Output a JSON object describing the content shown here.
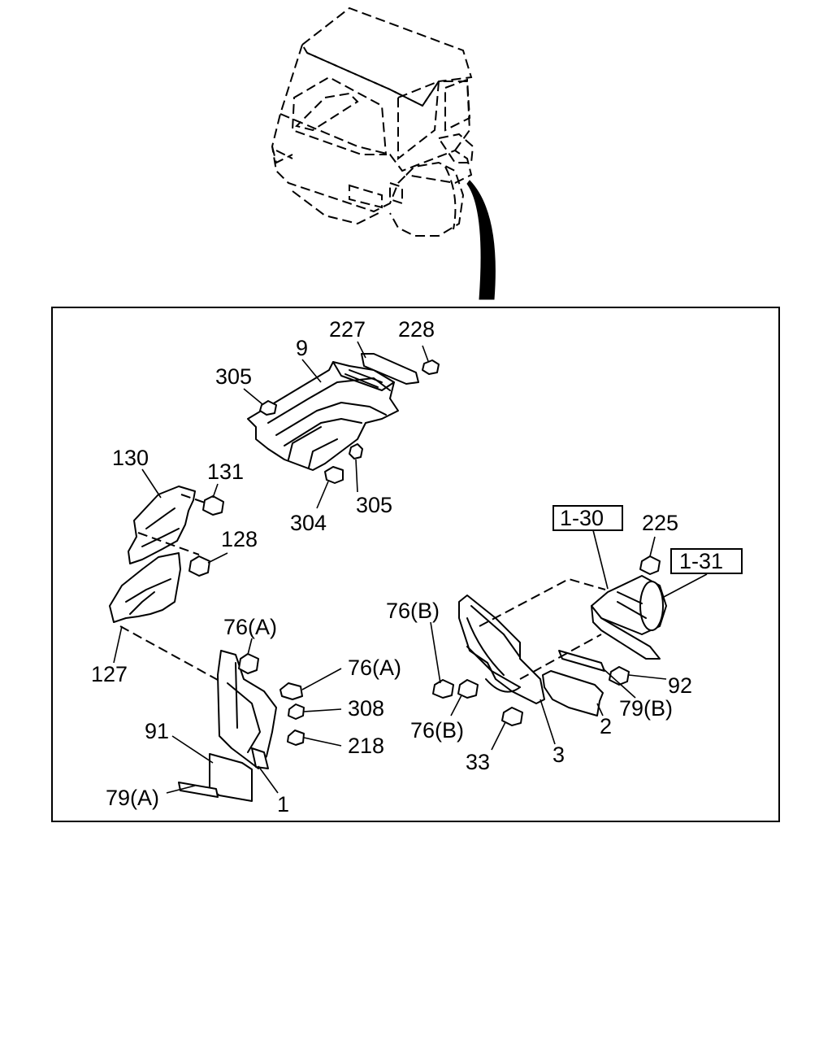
{
  "callouts": {
    "c227": "227",
    "c228": "228",
    "c9": "9",
    "c305a": "305",
    "c305b": "305",
    "c304": "304",
    "c130": "130",
    "c131": "131",
    "c128": "128",
    "c127": "127",
    "c76a1": "76(A)",
    "c76a2": "76(A)",
    "c308": "308",
    "c218": "218",
    "c91": "91",
    "c79a": "79(A)",
    "c1": "1",
    "c130ref": "1-30",
    "c225": "225",
    "c131ref": "1-31",
    "c76b1": "76(B)",
    "c76b2": "76(B)",
    "c92": "92",
    "c79b": "79(B)",
    "c2": "2",
    "c3": "3",
    "c33": "33"
  },
  "icons": {
    "truck_cab": "truck-cab-outline-icon",
    "detail_arrow": "curved-pointer-arrow-icon"
  }
}
